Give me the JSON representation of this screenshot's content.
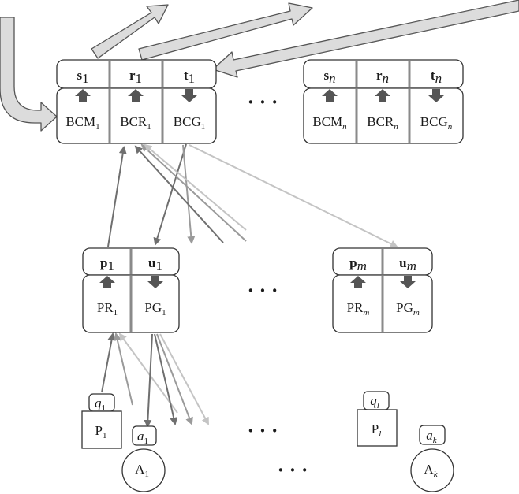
{
  "diagram": {
    "top_left": {
      "labels": [
        "s",
        "r",
        "t"
      ],
      "index": "1",
      "components": [
        {
          "base": "BCM",
          "sub": "1",
          "arrow": "up"
        },
        {
          "base": "BCR",
          "sub": "1",
          "arrow": "up"
        },
        {
          "base": "BCG",
          "sub": "1",
          "arrow": "down"
        }
      ]
    },
    "top_right": {
      "labels": [
        "s",
        "r",
        "t"
      ],
      "index": "n",
      "components": [
        {
          "base": "BCM",
          "sub": "n",
          "arrow": "up"
        },
        {
          "base": "BCR",
          "sub": "n",
          "arrow": "up"
        },
        {
          "base": "BCG",
          "sub": "n",
          "arrow": "down"
        }
      ]
    },
    "mid_left": {
      "labels": [
        "p",
        "u"
      ],
      "index": "1",
      "components": [
        {
          "base": "PR",
          "sub": "1",
          "arrow": "up"
        },
        {
          "base": "PG",
          "sub": "1",
          "arrow": "down"
        }
      ]
    },
    "mid_right": {
      "labels": [
        "p",
        "u"
      ],
      "index": "m",
      "components": [
        {
          "base": "PR",
          "sub": "m",
          "arrow": "up"
        },
        {
          "base": "PG",
          "sub": "m",
          "arrow": "down"
        }
      ]
    },
    "bottom": {
      "p1": {
        "base": "P",
        "sub": "1",
        "tag": "q",
        "tag_sub": "1"
      },
      "pl": {
        "base": "P",
        "sub": "l",
        "tag": "q",
        "tag_sub": "l"
      },
      "a1": {
        "base": "A",
        "sub": "1",
        "tag": "a",
        "tag_sub": "1"
      },
      "ak": {
        "base": "A",
        "sub": "k",
        "tag": "a",
        "tag_sub": "k"
      }
    },
    "ellipsis": "· · ·",
    "colors": {
      "dark_arrow": "#6f6f6f",
      "mid_arrow": "#9a9a9a",
      "light_arrow": "#c4c4c4",
      "block_arrow_fill": "#dcdcdc",
      "block_arrow_stroke": "#555555"
    }
  }
}
